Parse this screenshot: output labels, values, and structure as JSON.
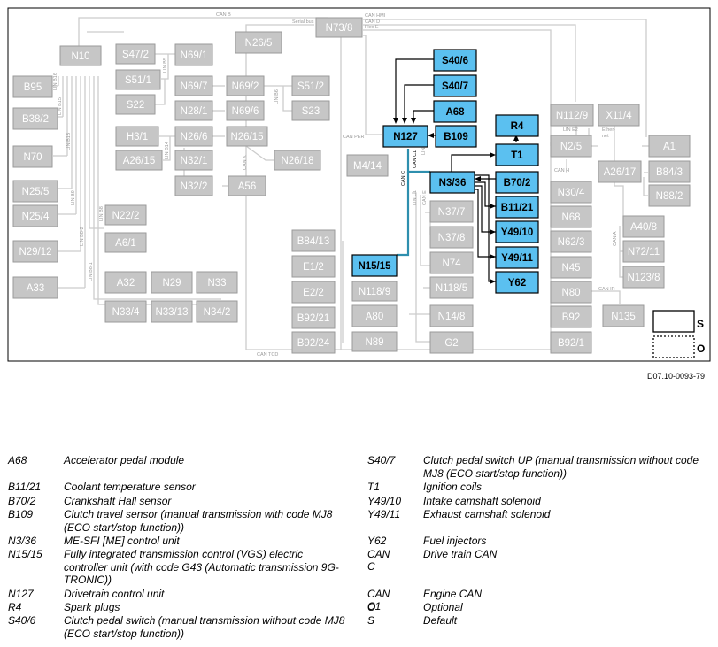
{
  "diagram": {
    "ref": "D07.10-0093-79",
    "nodes": {
      "N10": "N10",
      "B95": "B95",
      "B382": "B38/2",
      "N70": "N70",
      "N255": "N25/5",
      "N254": "N25/4",
      "N2912": "N29/12",
      "A33": "A33",
      "S472": "S47/2",
      "S511": "S51/1",
      "S22": "S22",
      "N691": "N69/1",
      "N697": "N69/7",
      "N692": "N69/2",
      "S512": "S51/2",
      "N281": "N28/1",
      "N696": "N69/6",
      "S23": "S23",
      "H31": "H3/1",
      "N266": "N26/6",
      "N2615": "N26/15",
      "A2615": "A26/15",
      "N321": "N32/1",
      "N2618": "N26/18",
      "N322": "N32/2",
      "A56": "A56",
      "N222": "N22/2",
      "A61": "A6/1",
      "A32": "A32",
      "N29": "N29",
      "N33": "N33",
      "N334": "N33/4",
      "N3313": "N33/13",
      "N342": "N34/2",
      "N265": "N26/5",
      "N738": "N73/8",
      "M414": "M4/14",
      "S406": "S40/6",
      "S407": "S40/7",
      "A68": "A68",
      "N127": "N127",
      "B109": "B109",
      "R4": "R4",
      "T1": "T1",
      "N336": "N3/36",
      "B702": "B70/2",
      "B1121": "B11/21",
      "Y4910": "Y49/10",
      "Y4911": "Y49/11",
      "Y62": "Y62",
      "N377": "N37/7",
      "N378": "N37/8",
      "N74": "N74",
      "N1185": "N118/5",
      "N1189": "N118/9",
      "N148": "N14/8",
      "A80": "A80",
      "N89": "N89",
      "G2": "G2",
      "B8413": "B84/13",
      "E12": "E1/2",
      "E22": "E2/2",
      "B9221": "B92/21",
      "B9224": "B92/24",
      "N1515": "N15/15",
      "N1129": "N112/9",
      "X114": "X11/4",
      "N25": "N2/5",
      "A1": "A1",
      "A2617": "A26/17",
      "B843": "B84/3",
      "N882": "N88/2",
      "N304": "N30/4",
      "N68": "N68",
      "N623": "N62/3",
      "N45": "N45",
      "N80": "N80",
      "B92": "B92",
      "B921": "B92/1",
      "A408": "A40/8",
      "N7211": "N72/11",
      "N1238": "N123/8",
      "N135": "N135"
    },
    "buses": {
      "canb": "CAN B",
      "serial": "Serial bus",
      "canhmi": "CAN HMI",
      "cand": "CAN D",
      "flexe": "Flex E",
      "canper": "CAN PER",
      "canc1": "CAN C1",
      "canc": "CAN C",
      "lin": "LIN C3",
      "linc1": "LIN C1",
      "cane": "CAN E",
      "canh": "CAN H",
      "ethernet1": "Ether-",
      "ethernet2": "net",
      "lin_e2": "LIN E2",
      "cana": "CAN A",
      "canir": "CAN IR",
      "cantcd": "CAN TCD",
      "link": "CAN K",
      "linb16": "LIN B16",
      "linb15": "LIN B15",
      "linb13": "LIN B13",
      "linb9": "LIN B9",
      "linb82": "LIN B8-2",
      "linb8": "LIN B8",
      "linb81": "LIN B8-1",
      "linb6": "LIN B6",
      "linb14": "LIN B14",
      "linb5": "LIN B5"
    },
    "key": {
      "s": "S",
      "o": "O"
    }
  },
  "legend": {
    "left": [
      {
        "code": "A68",
        "desc": "Accelerator pedal module"
      },
      {
        "code": "B11/21",
        "desc": "Coolant temperature sensor"
      },
      {
        "code": "B70/2",
        "desc": "Crankshaft Hall sensor"
      },
      {
        "code": "B109",
        "desc": "Clutch travel sensor (manual transmission with code MJ8 (ECO start/stop function))"
      },
      {
        "code": "N3/36",
        "desc": "ME-SFI [ME] control unit"
      },
      {
        "code": "N15/15",
        "desc": "Fully integrated transmission control (VGS) electric controller unit (with code G43 (Automatic transmission 9G-TRONIC))"
      },
      {
        "code": "N127",
        "desc": "Drivetrain control unit"
      },
      {
        "code": "R4",
        "desc": "Spark plugs"
      },
      {
        "code": "S40/6",
        "desc": "Clutch pedal switch (manual transmission without code MJ8 (ECO start/stop function))"
      }
    ],
    "right": [
      {
        "code": "S40/7",
        "desc": "Clutch pedal switch UP (manual transmission without code MJ8 (ECO start/stop function))"
      },
      {
        "code": "T1",
        "desc": "Ignition coils"
      },
      {
        "code": "Y49/10",
        "desc": "Intake camshaft solenoid"
      },
      {
        "code": "Y49/11",
        "desc": "Exhaust camshaft solenoid"
      },
      {
        "code": "Y62",
        "desc": "Fuel injectors"
      },
      {
        "code": "CAN C",
        "desc": "Drive train CAN"
      },
      {
        "code": "CAN C1",
        "desc": "Engine CAN"
      },
      {
        "code": "O",
        "desc": "Optional"
      },
      {
        "code": "S",
        "desc": "Default"
      }
    ]
  }
}
